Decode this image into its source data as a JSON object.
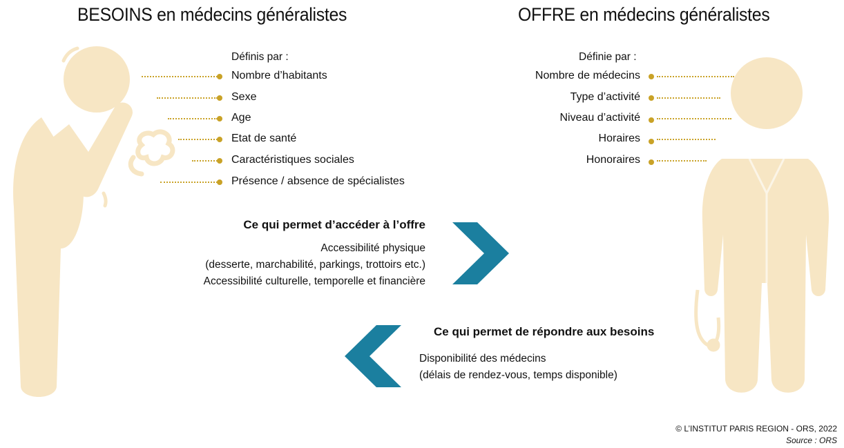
{
  "left": {
    "title": "BESOINS en médecins généralistes",
    "defined_by": "Définis par :",
    "items": [
      "Nombre d’habitants",
      "Sexe",
      "Age",
      "Etat de santé",
      "Caractéristiques sociales",
      "Présence / absence de spécialistes"
    ]
  },
  "right": {
    "title": "OFFRE en médecins généralistes",
    "defined_by": "Définie par :",
    "items": [
      "Nombre de médecins",
      "Type d’activité",
      "Niveau d’activité",
      "Horaires",
      "Honoraires"
    ]
  },
  "access": {
    "heading": "Ce qui permet d’accéder à l’offre",
    "lines": [
      "Accessibilité physique",
      "(desserte, marchabilité, parkings, trottoirs etc.)",
      "Accessibilité culturelle, temporelle et financière"
    ]
  },
  "respond": {
    "heading": "Ce qui permet de répondre aux besoins",
    "lines": [
      "Disponibilité des médecins",
      "(délais de rendez-vous, temps disponible)"
    ]
  },
  "footer": {
    "copyright": "© L’INSTITUT PARIS REGION - ORS, 2022",
    "source": "Source : ORS"
  },
  "colors": {
    "figure": "#f7e6c4",
    "dots": "#c9a227",
    "arrow": "#1b7f9f",
    "text": "#111111"
  },
  "icons": [
    "patient-figure-icon",
    "doctor-figure-icon",
    "arrow-right-icon",
    "arrow-left-icon"
  ]
}
